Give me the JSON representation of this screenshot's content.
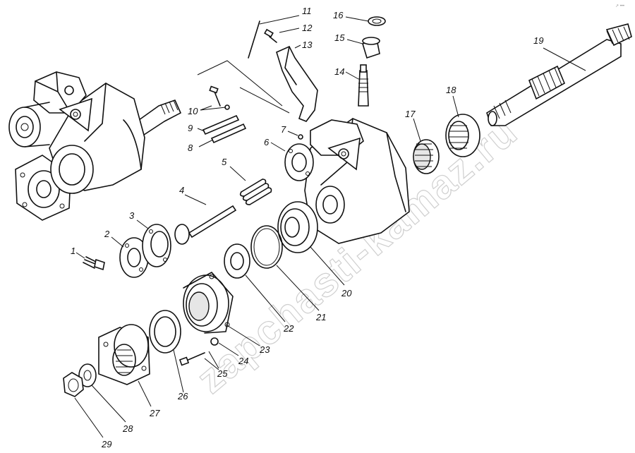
{
  "watermark": "zapchasti-kamaz.ru",
  "corner_mark": "↗ •••",
  "callouts": [
    {
      "id": "1",
      "text": "1"
    },
    {
      "id": "2",
      "text": "2"
    },
    {
      "id": "3",
      "text": "3"
    },
    {
      "id": "4",
      "text": "4"
    },
    {
      "id": "5",
      "text": "5"
    },
    {
      "id": "6",
      "text": "6"
    },
    {
      "id": "7",
      "text": "7"
    },
    {
      "id": "8",
      "text": "8"
    },
    {
      "id": "9",
      "text": "9"
    },
    {
      "id": "10",
      "text": "10"
    },
    {
      "id": "11",
      "text": "11"
    },
    {
      "id": "12",
      "text": "12"
    },
    {
      "id": "13",
      "text": "13"
    },
    {
      "id": "14",
      "text": "14"
    },
    {
      "id": "15",
      "text": "15"
    },
    {
      "id": "16",
      "text": "16"
    },
    {
      "id": "17",
      "text": "17"
    },
    {
      "id": "18",
      "text": "18"
    },
    {
      "id": "19",
      "text": "19"
    },
    {
      "id": "20",
      "text": "20"
    },
    {
      "id": "21",
      "text": "21"
    },
    {
      "id": "22",
      "text": "22"
    },
    {
      "id": "23",
      "text": "23"
    },
    {
      "id": "24",
      "text": "24"
    },
    {
      "id": "25",
      "text": "25"
    },
    {
      "id": "26",
      "text": "26"
    },
    {
      "id": "27",
      "text": "27"
    },
    {
      "id": "28",
      "text": "28"
    },
    {
      "id": "29",
      "text": "29"
    }
  ]
}
